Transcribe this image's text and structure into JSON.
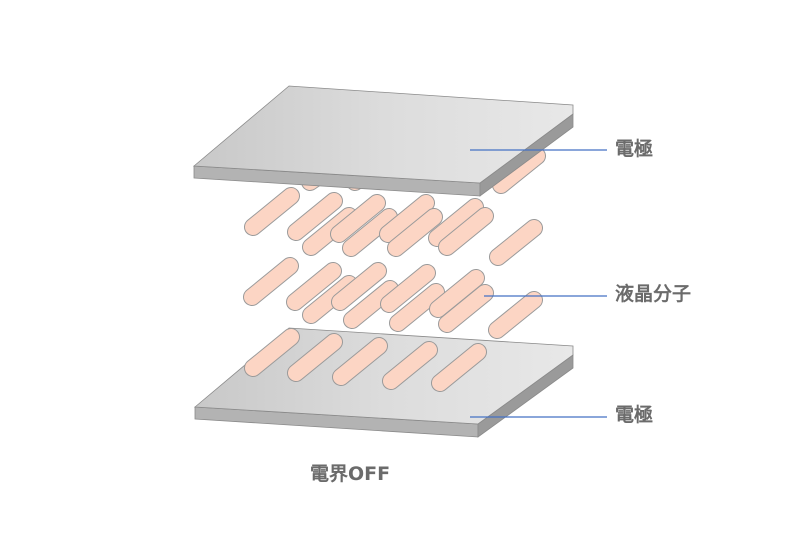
{
  "labels": {
    "top_electrode": "電極",
    "liquid_crystal": "液晶分子",
    "bottom_electrode": "電極"
  },
  "caption": "電界OFF",
  "colors": {
    "plate_top": "#d3d3d3",
    "plate_side": "#a6a6a6",
    "plate_edge": "#8a8a8a",
    "molecule_fill": "#fcd5c4",
    "molecule_stroke": "#9a9a9a",
    "leader_line": "#4472c4",
    "label_text": "#6b6b6b"
  }
}
